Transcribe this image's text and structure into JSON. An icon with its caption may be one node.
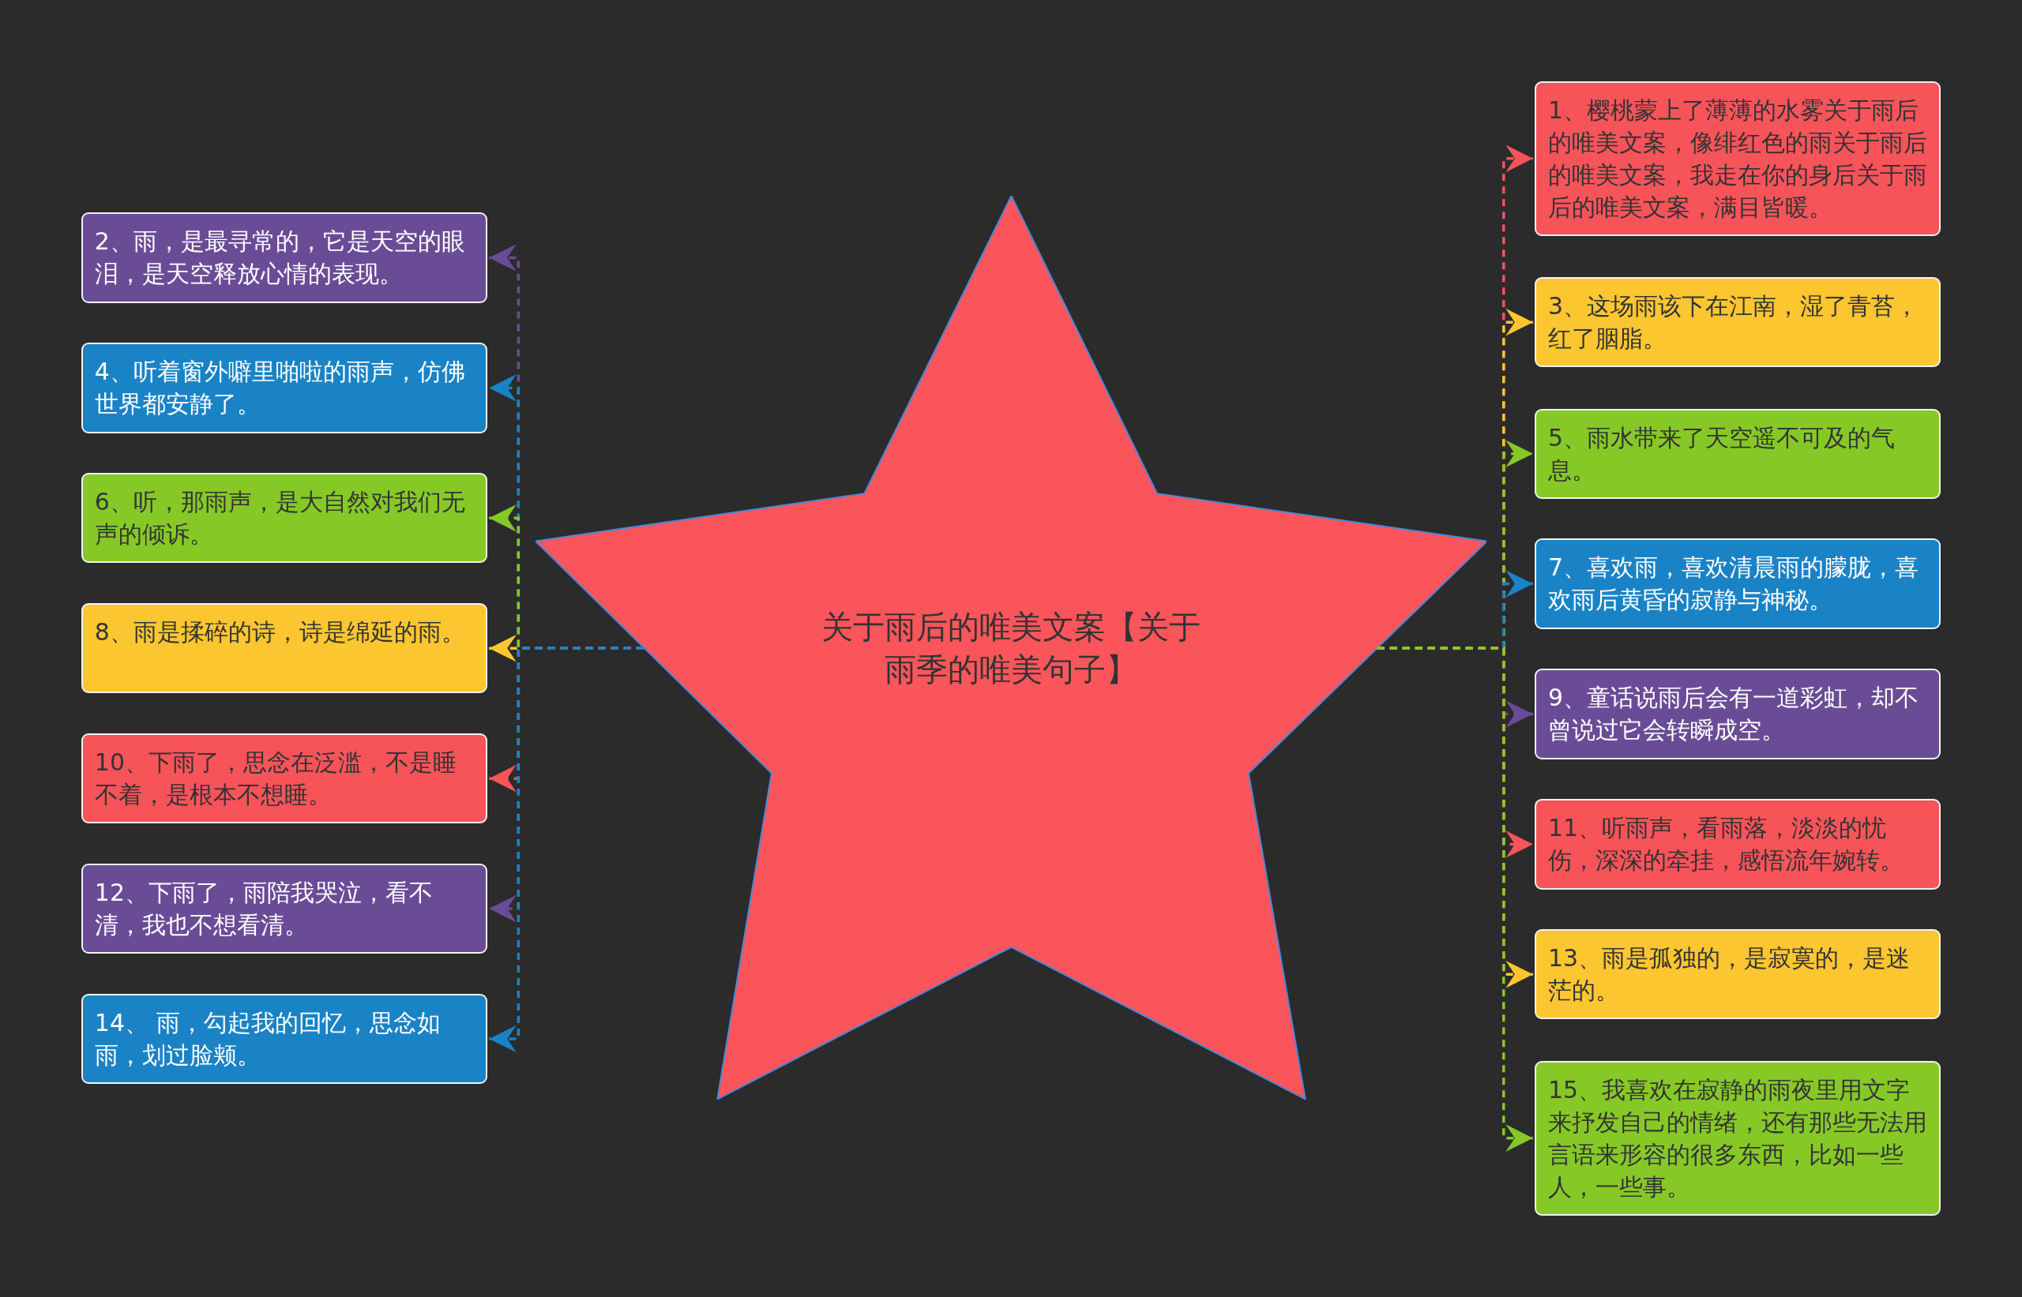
{
  "diagram": {
    "nodes": [
      {
        "text": [
          "关于雨后的唯美文案【关于雨季的唯美句子】"
        ]
      },
      {
        "text": [
          "1、樱桃蒙上了薄薄的水雾关于雨后的唯美文案，像绯红色的雨关于雨后的唯美文案，我走在你的身后关于雨后的唯美文案，满目皆暖。"
        ]
      },
      {
        "text": [
          "2、雨，是最寻常的，它是天空的眼泪，是天空释放心情的表现。"
        ]
      },
      {
        "text": [
          "3、这场雨该下在江南，湿了青苔，红了胭脂。"
        ]
      },
      {
        "text": [
          "4、听着窗外噼里啪啦的雨声，仿佛世界都安静了。"
        ]
      },
      {
        "text": [
          "5、雨水带来了天空遥不可及的气息。"
        ]
      },
      {
        "text": [
          "6、听，那雨声，是大自然对我们无声的倾诉。"
        ]
      },
      {
        "text": [
          "7、喜欢雨，喜欢清晨雨的朦胧，喜欢雨后黄昏的寂静与神秘。"
        ]
      },
      {
        "text": [
          "8、雨是揉碎的诗，诗是绵延的雨。"
        ]
      },
      {
        "text": [
          "9、童话说雨后会有一道彩虹，却不曾说过它会转瞬成空。"
        ]
      },
      {
        "text": [
          "10、下雨了，思念在泛滥，不是睡不着，是根本不想睡。"
        ]
      },
      {
        "text": [
          "11、听雨声，看雨落，淡淡的忧伤，深深的牵挂，感悟流年婉转。"
        ]
      },
      {
        "text": [
          "12、下雨了，雨陪我哭泣，看不清，我也不想看清。"
        ]
      },
      {
        "text": [
          "13、雨是孤独的，是寂寞的，是迷茫的。"
        ]
      },
      {
        "text": [
          "14、 雨，勾起我的回忆，思念如雨，划过脸颊。"
        ]
      },
      {
        "text": [
          "15、我喜欢在寂静的雨夜里用文字来抒发自己的情绪，还有那些无法用言语来形容的很多东西，比如一些人，一些事。"
        ]
      }
    ],
    "edges": [
      {
        "from": 0,
        "to": 1,
        "arrow": "to",
        "style": "dashed",
        "color": "#f7545a"
      },
      {
        "from": 0,
        "to": 2,
        "arrow": "to",
        "style": "dashed",
        "color": "#6a4c96"
      },
      {
        "from": 0,
        "to": 3,
        "arrow": "to",
        "style": "dashed",
        "color": "#fbc630"
      },
      {
        "from": 0,
        "to": 4,
        "arrow": "to",
        "style": "dashed",
        "color": "#1a83c6"
      },
      {
        "from": 0,
        "to": 5,
        "arrow": "to",
        "style": "dashed",
        "color": "#86c927"
      },
      {
        "from": 0,
        "to": 6,
        "arrow": "to",
        "style": "dashed",
        "color": "#86c927"
      },
      {
        "from": 0,
        "to": 7,
        "arrow": "to",
        "style": "dashed",
        "color": "#1a83c6"
      },
      {
        "from": 0,
        "to": 8,
        "arrow": "to",
        "style": "dashed",
        "color": "#fbc630"
      },
      {
        "from": 0,
        "to": 9,
        "arrow": "to",
        "style": "dashed",
        "color": "#6a4c96"
      },
      {
        "from": 0,
        "to": 10,
        "arrow": "to",
        "style": "dashed",
        "color": "#f7545a"
      },
      {
        "from": 0,
        "to": 11,
        "arrow": "to",
        "style": "dashed",
        "color": "#f7545a"
      },
      {
        "from": 0,
        "to": 12,
        "arrow": "to",
        "style": "dashed",
        "color": "#6a4c96"
      },
      {
        "from": 0,
        "to": 13,
        "arrow": "to",
        "style": "dashed",
        "color": "#fbc630"
      },
      {
        "from": 0,
        "to": 14,
        "arrow": "to",
        "style": "dashed",
        "color": "#1a83c6"
      },
      {
        "from": 0,
        "to": 15,
        "arrow": "to",
        "style": "dashed",
        "color": "#86c927"
      }
    ]
  }
}
